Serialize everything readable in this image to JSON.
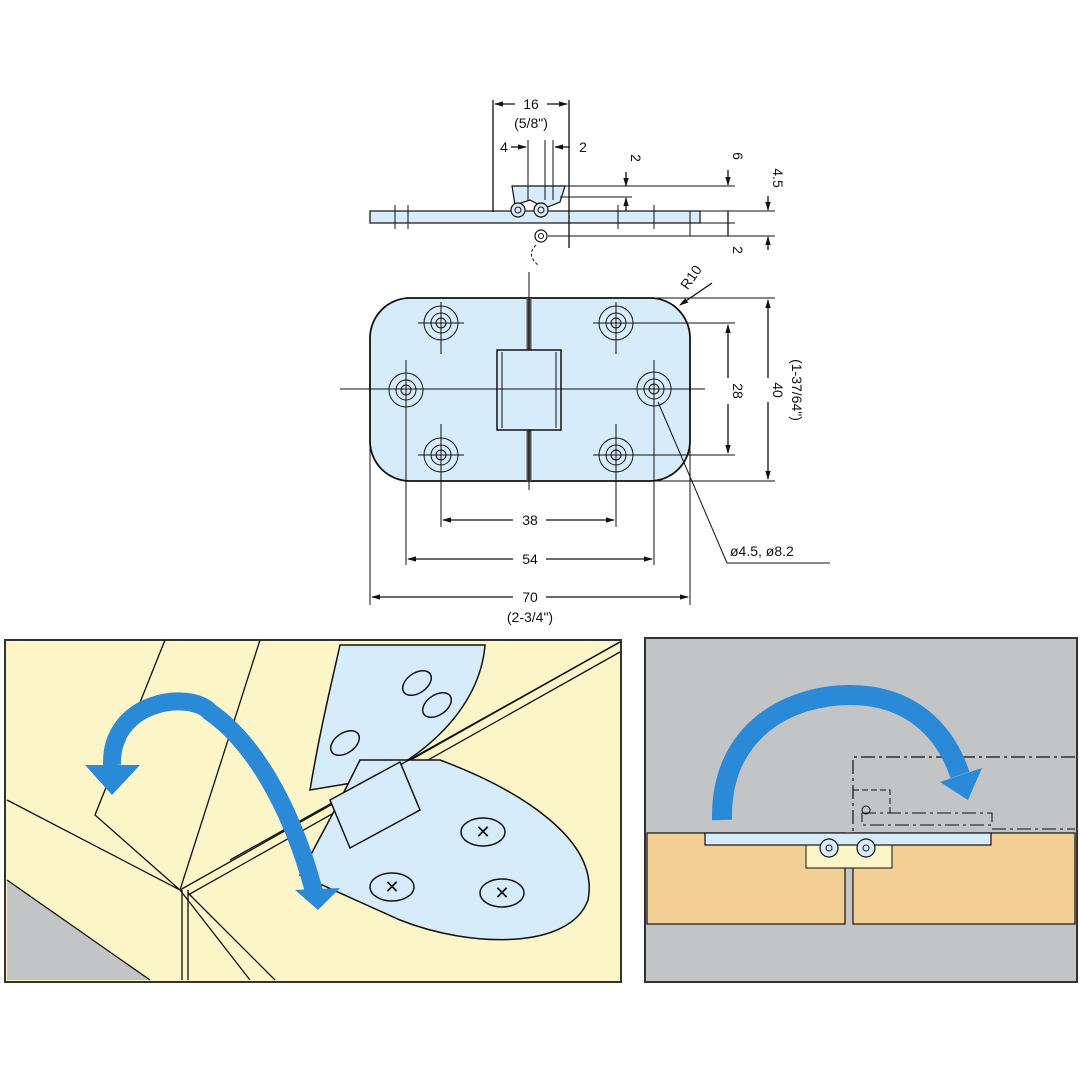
{
  "title": "Flap hinge technical drawing",
  "colors": {
    "plate": "#d7ecfb",
    "arrow": "#2b8ad8",
    "wood_light": "#fcf5c8",
    "wood_dark": "#f2cf94",
    "panel_gray": "#c3c4c6",
    "line": "#111111"
  },
  "side_view": {
    "width_dim": "16",
    "width_dim_inch": "(5/8\")",
    "offset_left": "4",
    "offset_right": "2",
    "height_2_top": "2",
    "height_6": "6",
    "height_4_5": "4.5",
    "height_2_bottom": "2"
  },
  "top_view": {
    "radius": "R10",
    "hole_spacing_vertical": "28",
    "height": "40",
    "height_inch": "(1-37/64\")",
    "hole_spacing_inner": "38",
    "hole_spacing_outer": "54",
    "width": "70",
    "width_inch": "(2-3/4\")",
    "hole_callout": "ø4.5, ø8.2"
  },
  "illustrations": {
    "left": {
      "label": "perspective-installation-view",
      "arrow": "rotate-arrow-icon"
    },
    "right": {
      "label": "section-installation-view",
      "arrow": "rotate-arrow-icon"
    }
  }
}
